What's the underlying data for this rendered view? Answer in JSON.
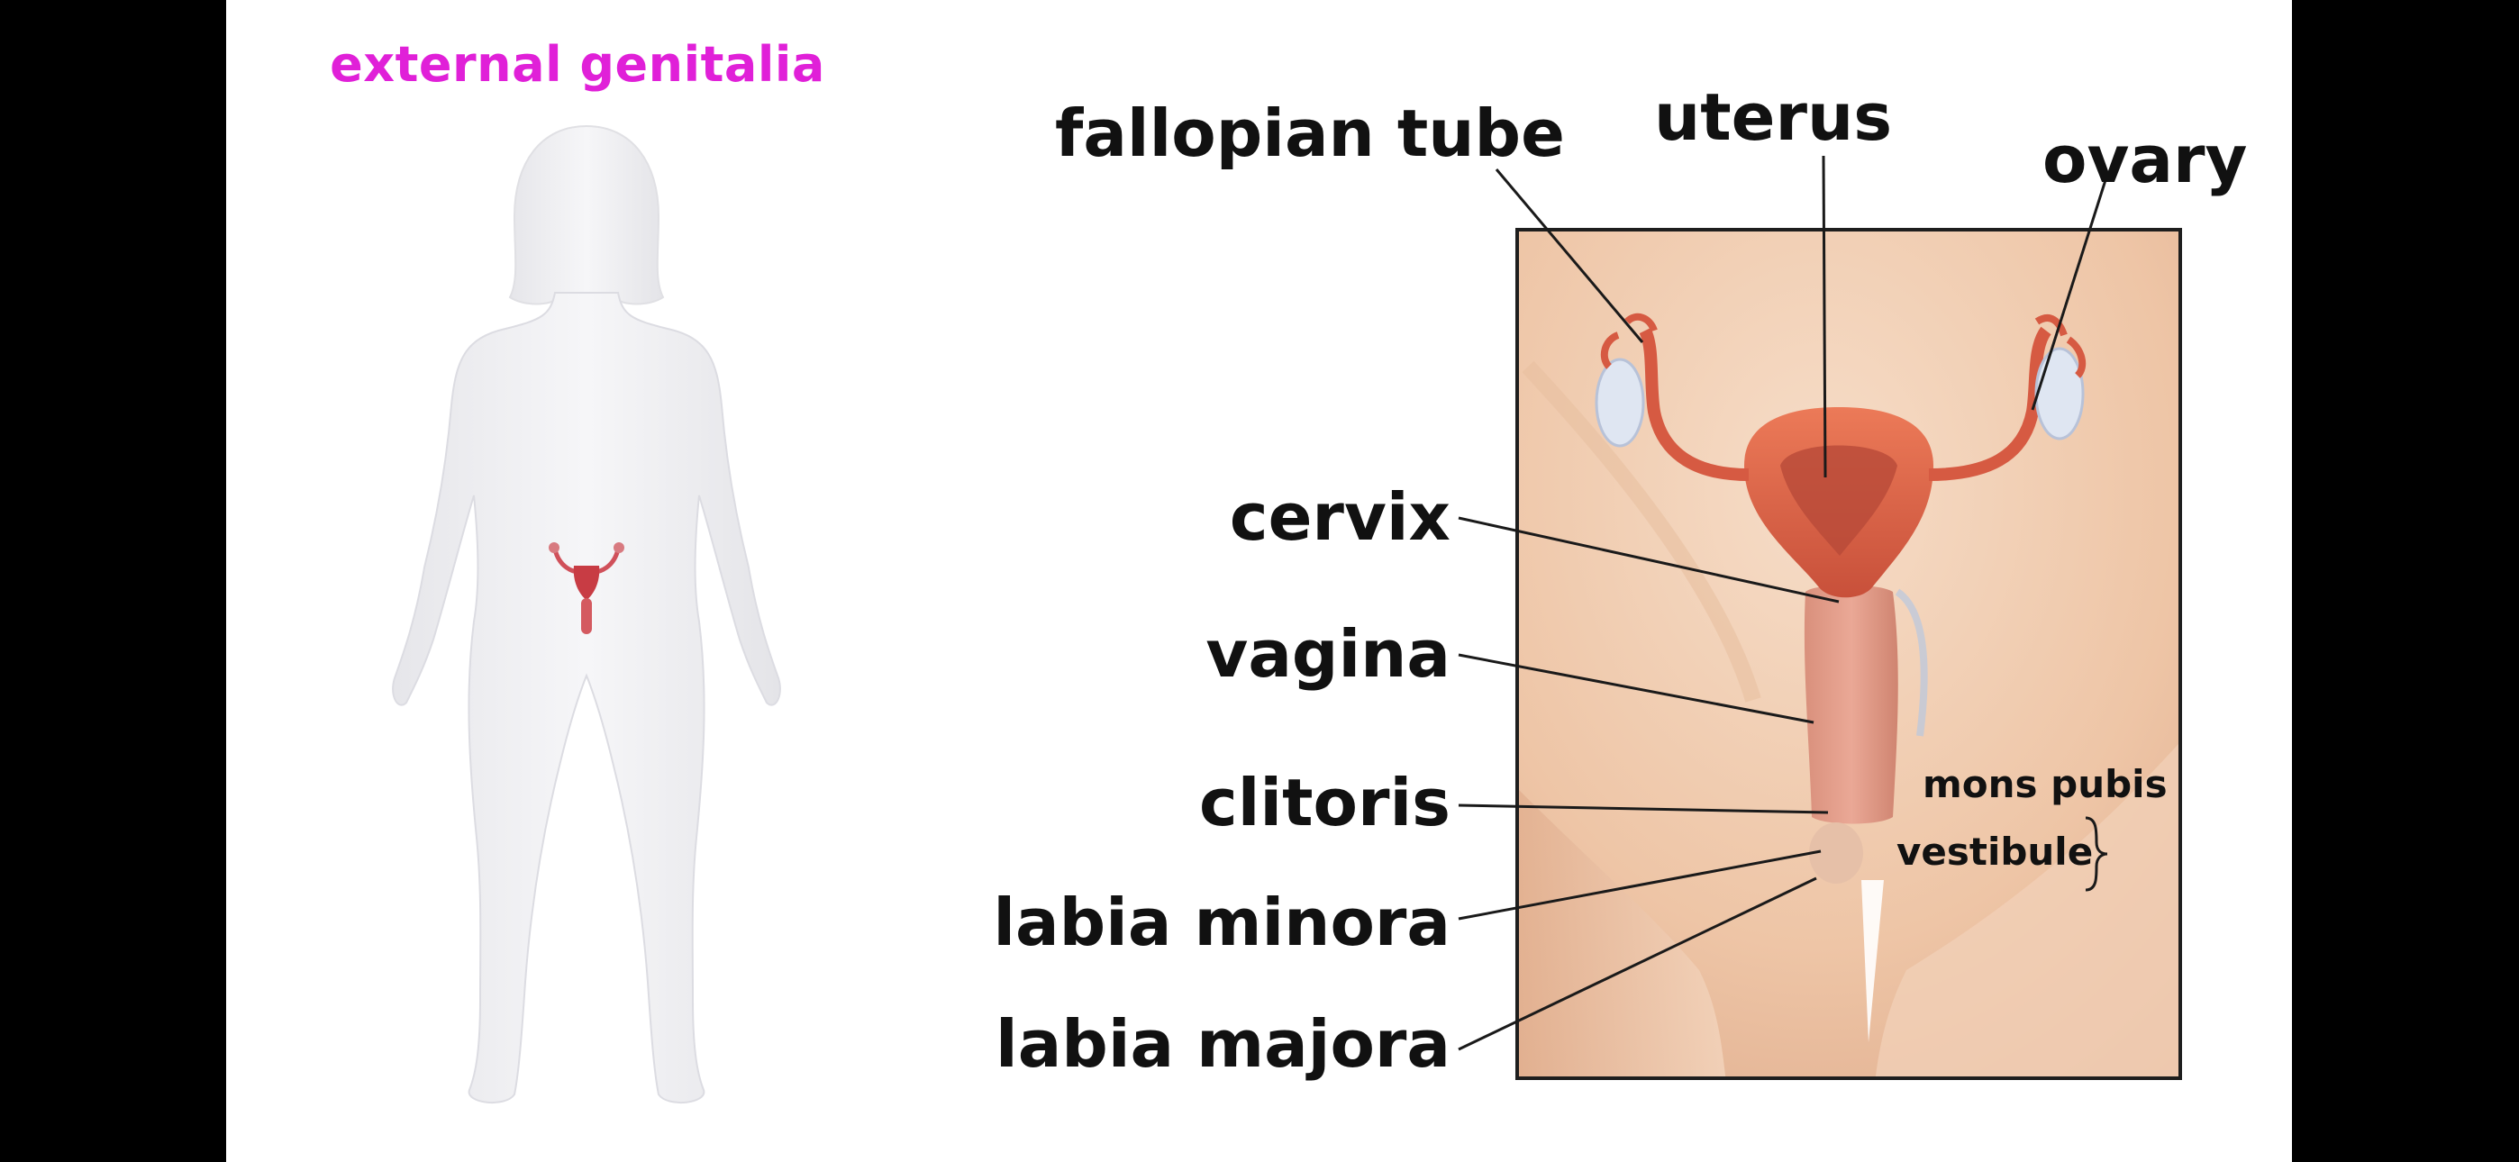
{
  "diagram": {
    "section_title": "external genitalia",
    "labels": {
      "fallopian_tube": "fallopian tube",
      "uterus": "uterus",
      "ovary": "ovary",
      "cervix": "cervix",
      "vagina": "vagina",
      "clitoris": "clitoris",
      "labia_minora": "labia minora",
      "labia_majora": "labia majora",
      "mons_pubis": "mons pubis",
      "vestibule": "vestibule"
    }
  },
  "colors": {
    "title_accent": "#e020d8",
    "label_text": "#111111",
    "background": "#ffffff",
    "letterbox": "#000000",
    "tissue": "#e07050"
  }
}
